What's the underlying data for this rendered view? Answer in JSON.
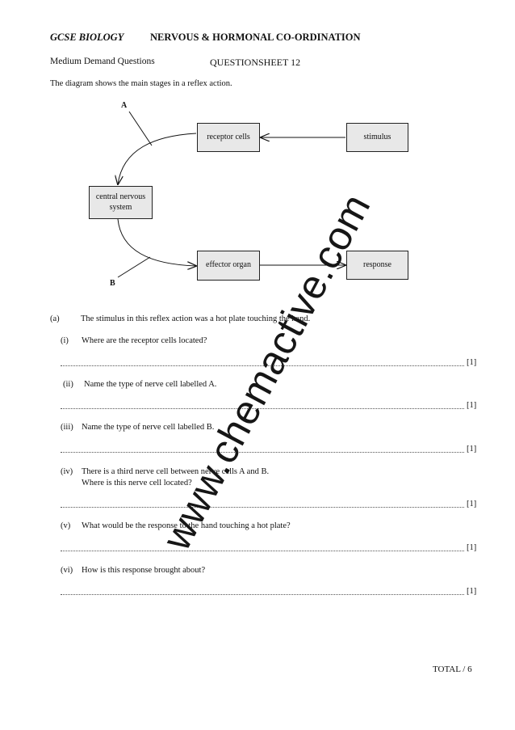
{
  "header": {
    "subject": "GCSE BIOLOGY",
    "topic": "NERVOUS & HORMONAL CO-ORDINATION",
    "demand": "Medium Demand Questions",
    "sheet": "QUESTIONSHEET 12"
  },
  "intro": "The diagram shows the main stages in a reflex action.",
  "diagram": {
    "receptor": "receptor cells",
    "stimulus": "stimulus",
    "cns": "central nervous\nsystem",
    "effector": "effector organ",
    "response": "response",
    "label_a": "A",
    "label_b": "B"
  },
  "part_a": {
    "label": "(a)",
    "text": "The stimulus in this reflex action was a hot plate touching the hand."
  },
  "questions": [
    {
      "num": "(i)",
      "lines": [
        "Where are the receptor cells located?"
      ],
      "mark": "[1]"
    },
    {
      "num": "(ii)",
      "lines": [
        "Name the type of nerve cell labelled A."
      ],
      "mark": "[1]"
    },
    {
      "num": "(iii)",
      "lines": [
        "Name the type of nerve cell labelled B."
      ],
      "mark": "[1]"
    },
    {
      "num": "(iv)",
      "lines": [
        "There is a third nerve cell between nerve cells A and B.",
        "Where is this nerve cell located?"
      ],
      "mark": "[1]"
    },
    {
      "num": "(v)",
      "lines": [
        "What would be the response to the hand touching a hot plate?"
      ],
      "mark": "[1]"
    },
    {
      "num": "(vi)",
      "lines": [
        "How is this response brought about?"
      ],
      "mark": "[1]"
    }
  ],
  "total": "TOTAL   / 6",
  "watermark": "www.chemactive.com"
}
